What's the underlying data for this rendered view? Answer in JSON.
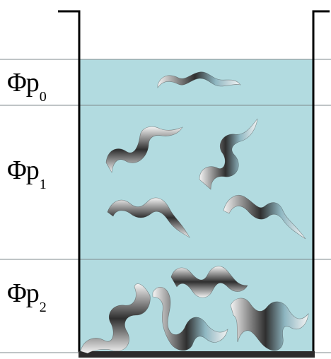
{
  "diagram": {
    "colors": {
      "liquid": "#b2dbe0",
      "wall": "#000000",
      "divider": "#7f8a8c",
      "substrate": "#2b2b2b",
      "chain_light": "#f4f4f4",
      "chain_dark": "#2f2f2f",
      "chain_tint": "#8fb7c2"
    },
    "zones": [
      {
        "id": "zone-0",
        "label_main": "Φp",
        "label_sub": "0"
      },
      {
        "id": "zone-1",
        "label_main": "Φp",
        "label_sub": "1"
      },
      {
        "id": "zone-2",
        "label_main": "Φp",
        "label_sub": "2"
      }
    ],
    "icons": {
      "polymer_chain": "polymer-chain-icon",
      "substrate": "substrate-icon"
    }
  }
}
